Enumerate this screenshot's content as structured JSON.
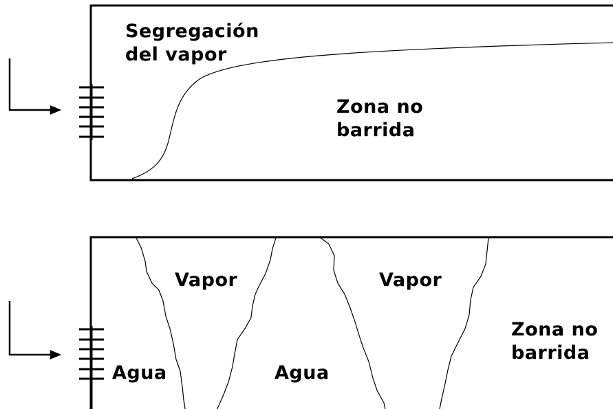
{
  "top_panel": {
    "segregation_label_line1": "Segregación",
    "segregation_label_line2": "del vapor",
    "unswept_label_line1": "Zona no",
    "unswept_label_line2": "barrida"
  },
  "bottom_panel": {
    "vapor_label_1": "Vapor",
    "vapor_label_2": "Vapor",
    "water_label_1": "Agua",
    "water_label_2": "Agua",
    "unswept_label_line1": "Zona no",
    "unswept_label_line2": "barrida"
  },
  "colors": {
    "line": "#000000",
    "background": "#ffffff"
  }
}
